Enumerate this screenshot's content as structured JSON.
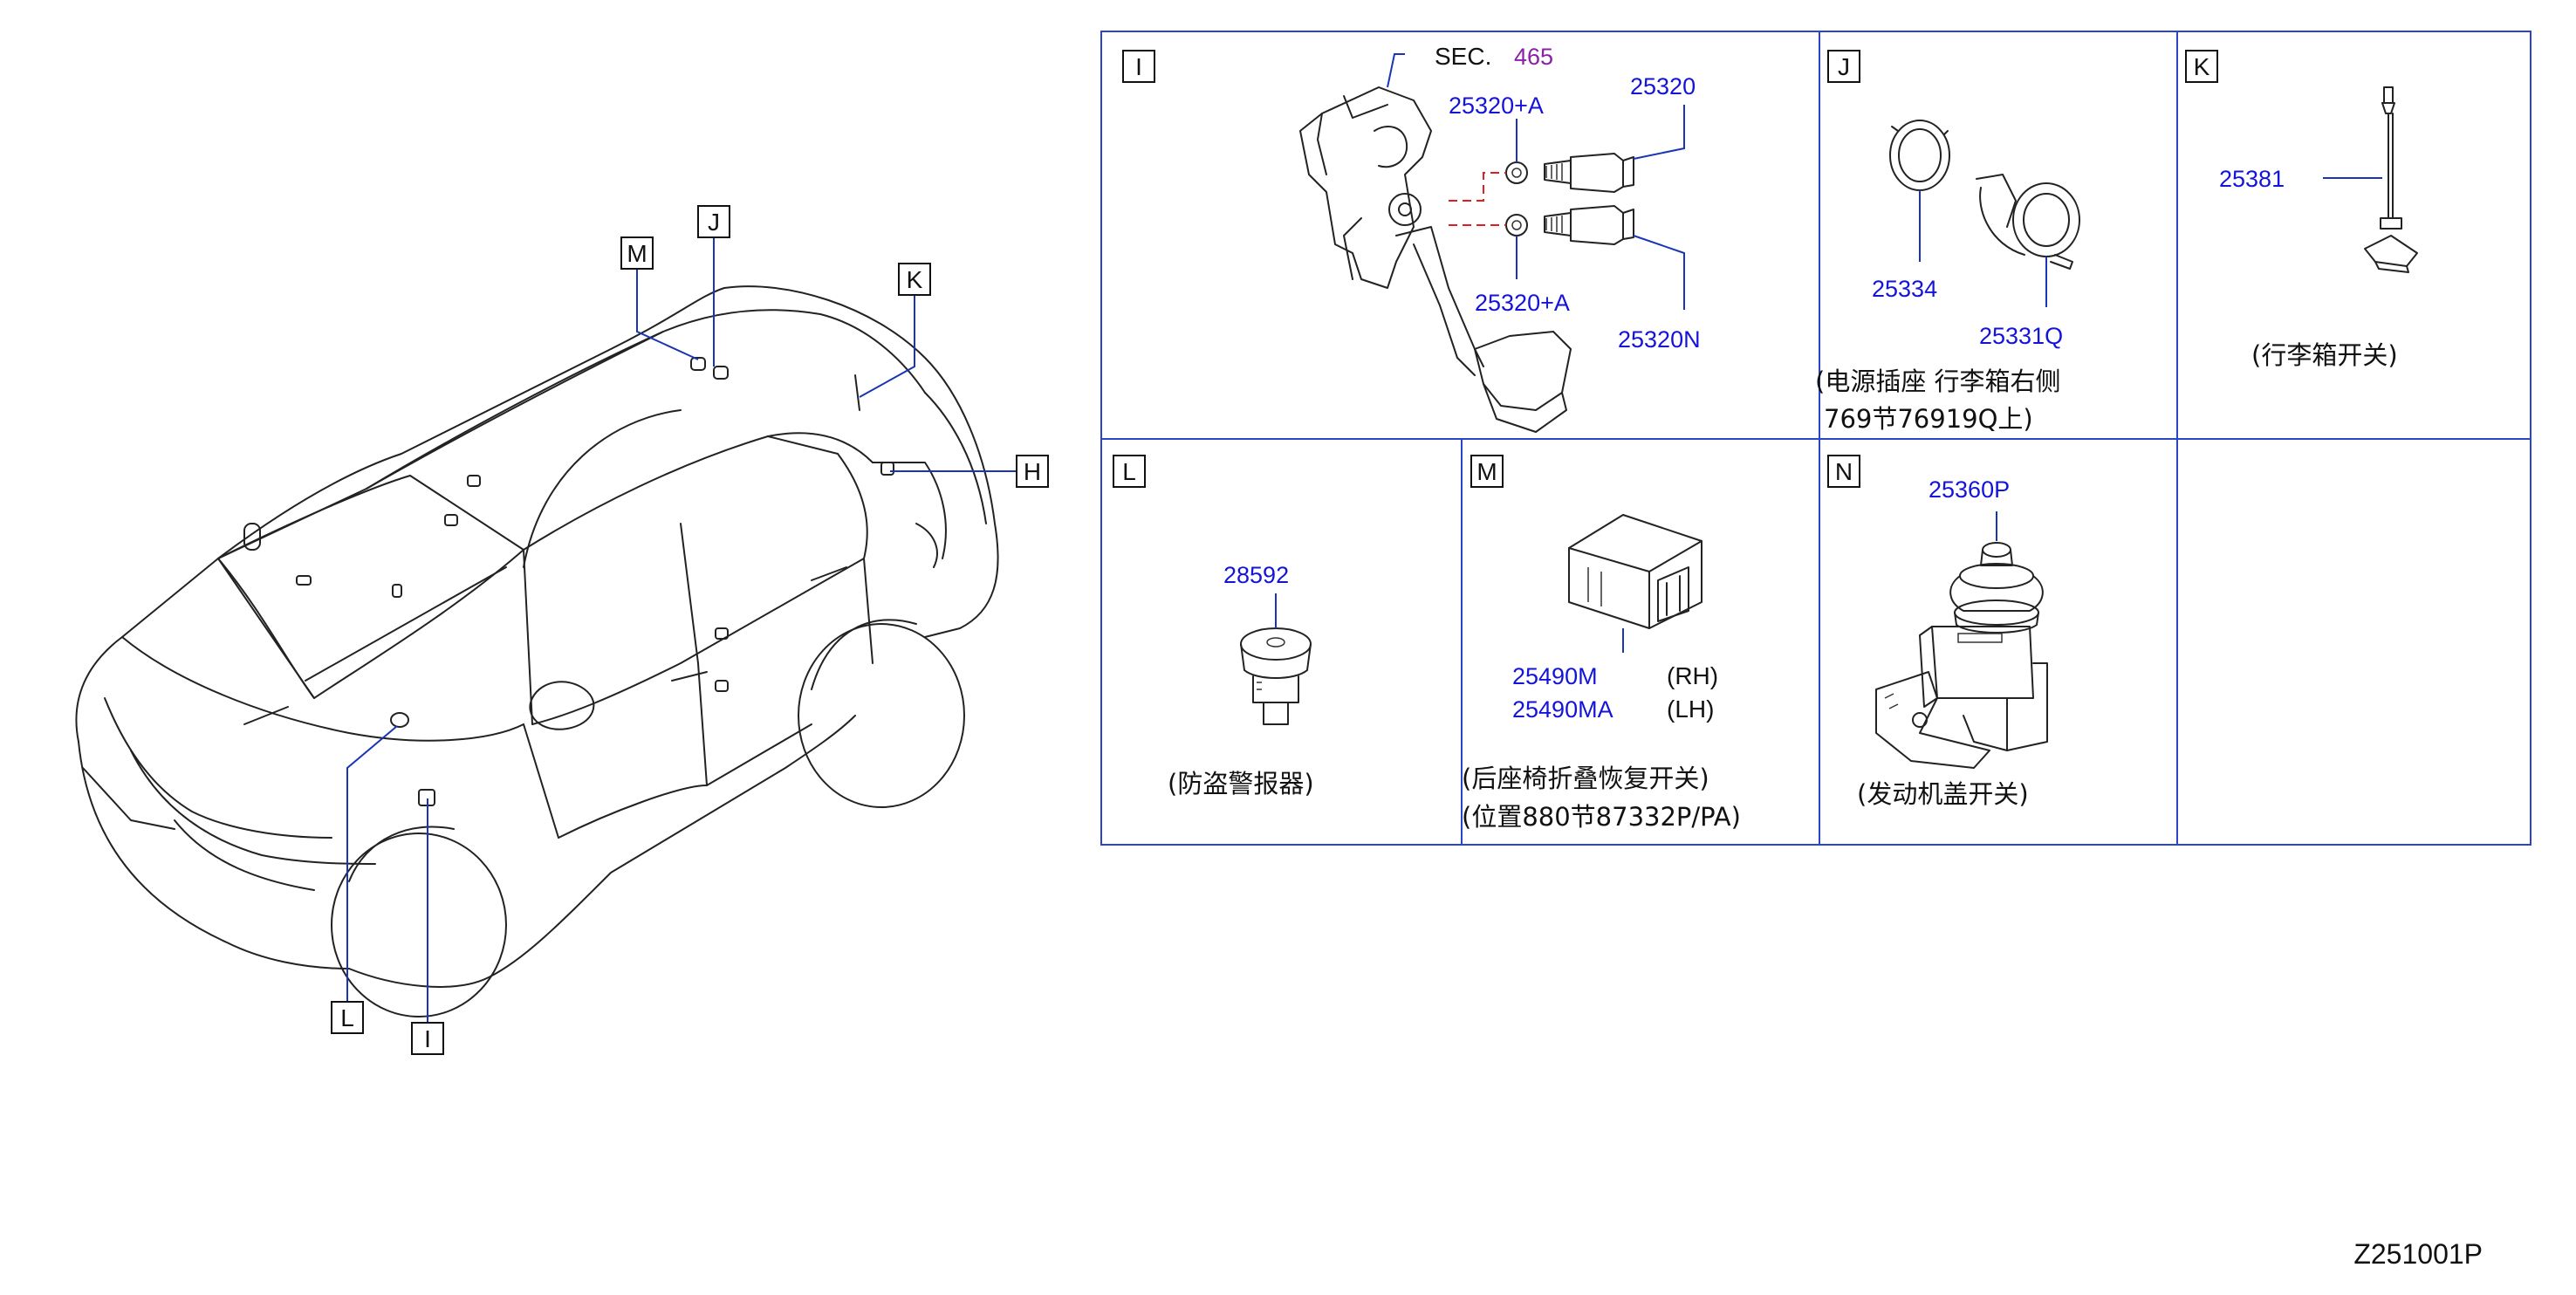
{
  "panels": {
    "I": {
      "id": "I",
      "sec_prefix": "SEC.",
      "sec_number": "465",
      "parts": [
        "25320+A",
        "25320",
        "25320+A",
        "25320N"
      ]
    },
    "J": {
      "id": "J",
      "parts": [
        "25334",
        "25331Q"
      ],
      "note_line1": "(电源插座 行李箱右侧",
      "note_line2": "769节76919Q上)"
    },
    "K": {
      "id": "K",
      "parts": [
        "25381"
      ],
      "note": "(行李箱开关)"
    },
    "L": {
      "id": "L",
      "parts": [
        "28592"
      ],
      "note": "(防盗警报器)"
    },
    "M": {
      "id": "M",
      "parts": [
        "25490M",
        "25490MA"
      ],
      "sides": [
        "(RH)",
        "(LH)"
      ],
      "note_line1": "(后座椅折叠恢复开关)",
      "note_line2": "(位置880节87332P/PA)"
    },
    "N": {
      "id": "N",
      "parts": [
        "25360P"
      ],
      "note": "(发动机盖开关)"
    }
  },
  "car_callouts": {
    "M": "M",
    "J": "J",
    "K": "K",
    "H": "H",
    "L": "L",
    "I": "I"
  },
  "diagram_code": "Z251001P",
  "colors": {
    "part_number": "#1414d9",
    "sec_number": "#8a1fa8",
    "leader": "#1a35b5",
    "dashed": "#e02020"
  }
}
